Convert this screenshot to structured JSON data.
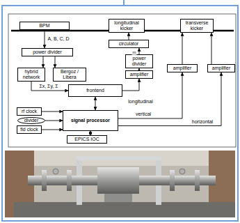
{
  "diagram": {
    "nodes": [
      {
        "text": [
          "BPM"
        ]
      },
      {
        "text": [
          "longitudinal kicker"
        ]
      },
      {
        "text": [
          "transverse kicker"
        ]
      },
      {
        "text": [
          "power divider"
        ]
      },
      {
        "text": [
          "hybrid network"
        ]
      },
      {
        "text": [
          "Bergoz / Libera"
        ]
      },
      {
        "text": [
          "circulator"
        ]
      },
      {
        "text": [
          "power divider"
        ]
      },
      {
        "text": [
          "amplifier"
        ]
      },
      {
        "text": [
          "amplifier"
        ]
      },
      {
        "text": [
          "amplifier"
        ]
      },
      {
        "text": [
          "frontend"
        ]
      },
      {
        "text": [
          "rf clock"
        ]
      },
      {
        "text": [
          "divider"
        ]
      },
      {
        "text": [
          "fid clock"
        ]
      },
      {
        "text": [
          "signal processor"
        ]
      },
      {
        "text": [
          "EPICS IOC"
        ]
      }
    ],
    "edges": [
      {
        "from": 0,
        "to": 3,
        "arrow": "to",
        "label": "A, B, C, D"
      },
      {
        "from": 3,
        "to": 4,
        "arrow": "to"
      },
      {
        "from": 3,
        "to": 5,
        "arrow": "to"
      },
      {
        "from": 4,
        "to": 11,
        "arrow": "to",
        "label": "Σx, Σy, Σ"
      },
      {
        "from": 11,
        "to": 8,
        "arrow": "to",
        "label": "longitudinal"
      },
      {
        "from": 8,
        "to": 7,
        "arrow": "to"
      },
      {
        "from": 7,
        "to": 6,
        "arrow": "to"
      },
      {
        "from": 6,
        "to": 1,
        "arrow": "to"
      },
      {
        "from": 11,
        "to": 15,
        "arrow": "both"
      },
      {
        "from": 12,
        "to": 15,
        "arrow": "to"
      },
      {
        "from": 13,
        "to": 15,
        "arrow": "to"
      },
      {
        "from": 14,
        "to": 15,
        "arrow": "to"
      },
      {
        "from": 15,
        "to": 16,
        "arrow": "both"
      },
      {
        "from": 15,
        "to": 9,
        "arrow": "to",
        "label": "vertical"
      },
      {
        "from": 15,
        "to": 10,
        "arrow": "to",
        "label": "horizontal"
      },
      {
        "from": 9,
        "to": 2,
        "arrow": "to"
      },
      {
        "from": 10,
        "to": 2,
        "arrow": "to"
      }
    ],
    "labels": [
      "m"
    ]
  }
}
